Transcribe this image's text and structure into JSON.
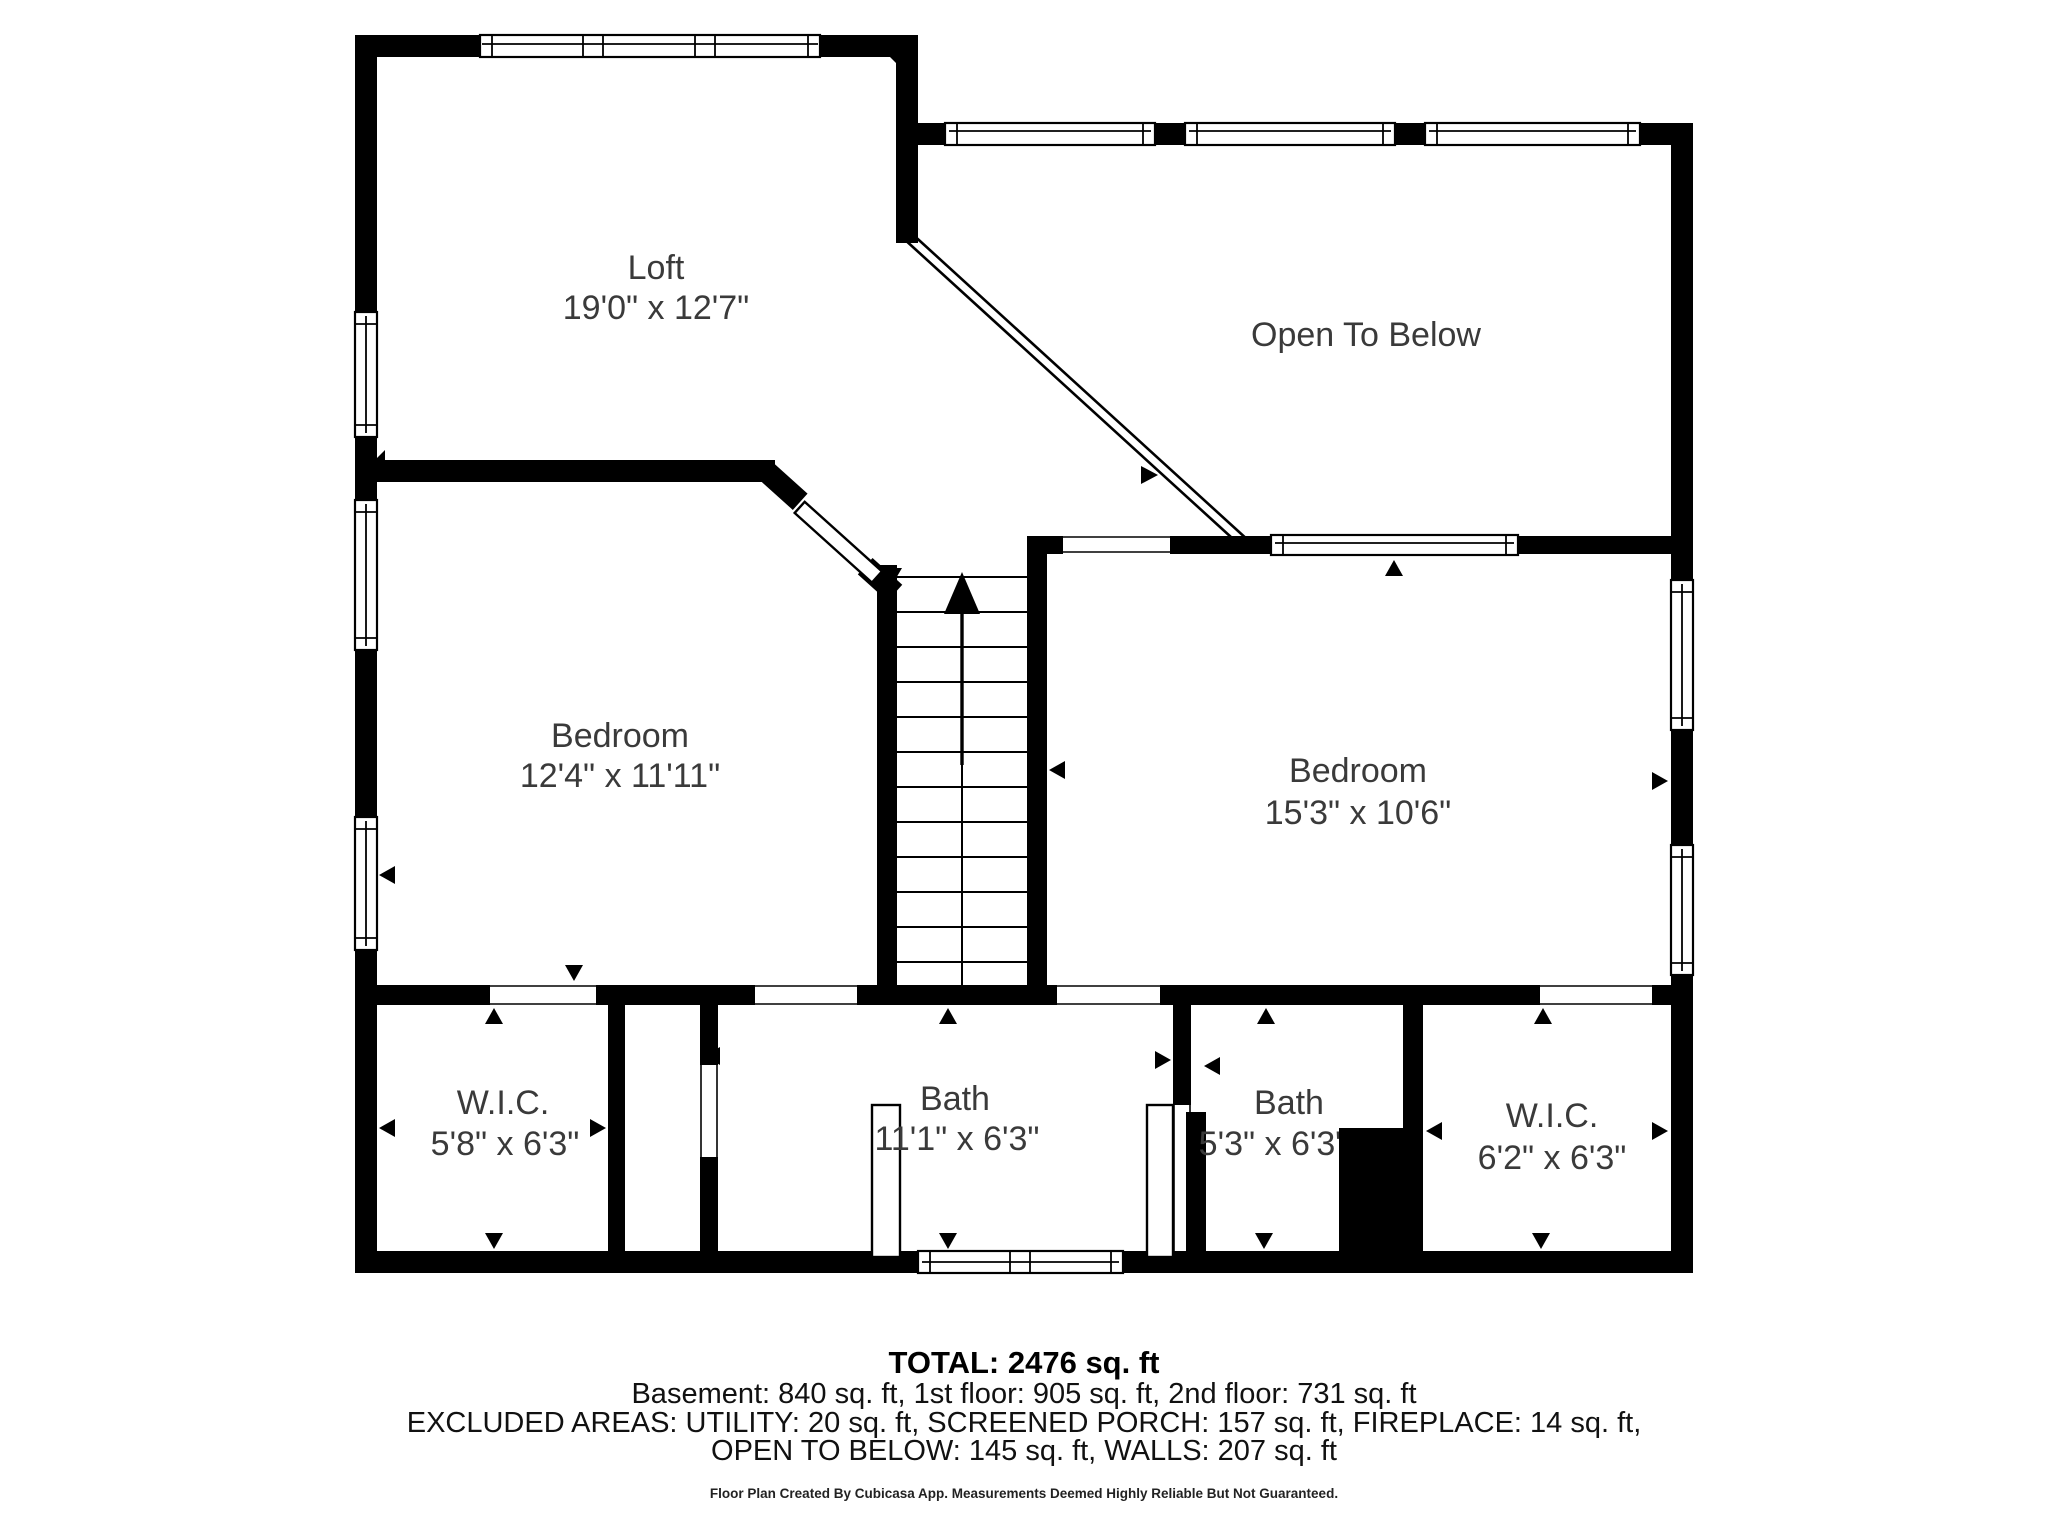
{
  "rooms": {
    "loft": {
      "name": "Loft",
      "dims": "19'0\" x 12'7\""
    },
    "open_to_below": {
      "name": "Open To Below"
    },
    "bedroom_left": {
      "name": "Bedroom",
      "dims": "12'4\" x 11'11\""
    },
    "bedroom_right": {
      "name": "Bedroom",
      "dims": "15'3\" x 10'6\""
    },
    "wic_left": {
      "name": "W.I.C.",
      "dims": "5'8\" x 6'3\""
    },
    "bath_center": {
      "name": "Bath",
      "dims": "11'1\" x 6'3\""
    },
    "bath_right": {
      "name": "Bath",
      "dims": "5'3\" x 6'3\""
    },
    "wic_right": {
      "name": "W.I.C.",
      "dims": "6'2\" x 6'3\""
    }
  },
  "summary": {
    "total": "TOTAL: 2476 sq. ft",
    "floors": "Basement: 840 sq. ft, 1st floor: 905 sq. ft, 2nd floor: 731 sq. ft",
    "excluded_1": "EXCLUDED AREAS: UTILITY: 20 sq. ft, SCREENED PORCH: 157 sq. ft, FIREPLACE: 14 sq. ft,",
    "excluded_2": "OPEN TO BELOW: 145 sq. ft, WALLS: 207 sq. ft",
    "disclaimer": "Floor Plan Created By Cubicasa App. Measurements Deemed Highly Reliable But Not Guaranteed."
  },
  "stairs": {
    "direction": "up"
  },
  "colors": {
    "wall": "#000000",
    "label": "#3a3a3a",
    "background": "#ffffff"
  }
}
